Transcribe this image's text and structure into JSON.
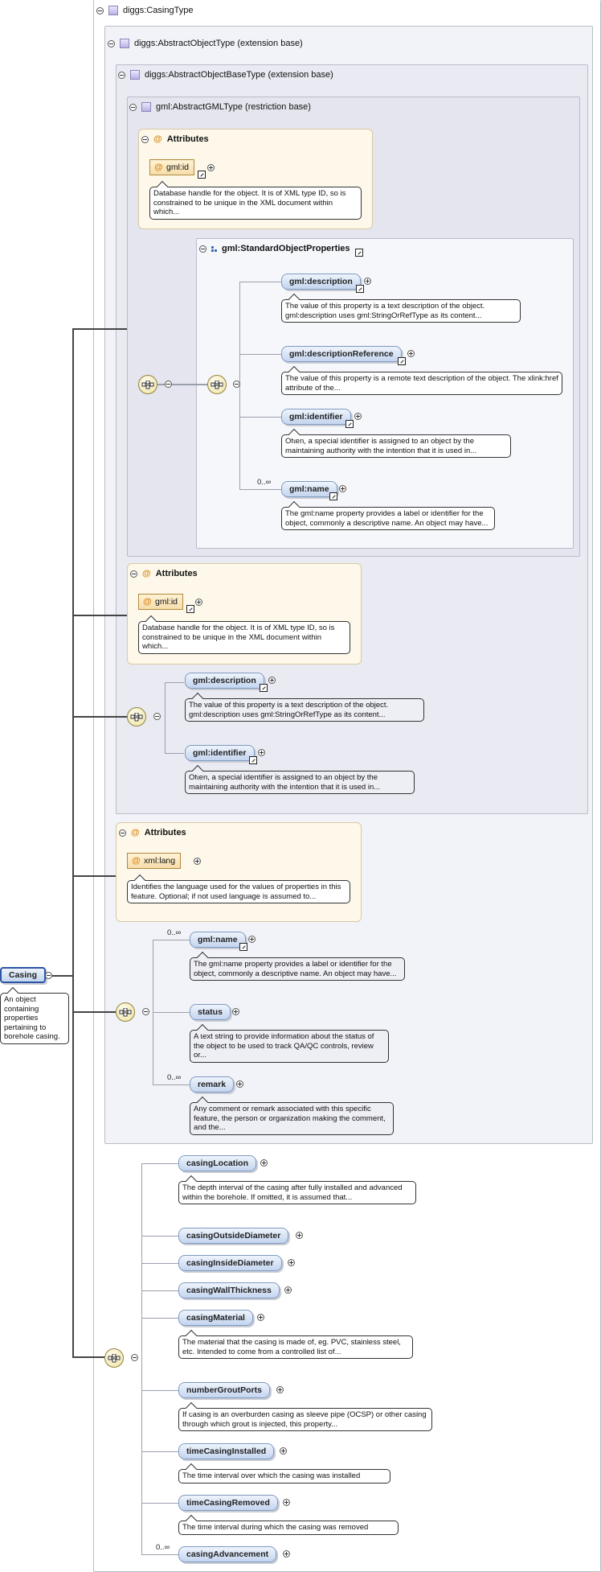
{
  "root": {
    "title": "diggs:CasingType"
  },
  "abstract_object": {
    "title": "diggs:AbstractObjectType (extension base)"
  },
  "abstract_object_base": {
    "title": "diggs:AbstractObjectBaseType (extension base)"
  },
  "abstract_gml": {
    "title": "gml:AbstractGMLType (restriction base)"
  },
  "attributes_label": "Attributes",
  "gml_attrs": {
    "id_label": "gml:id",
    "id_doc": "Database handle for the object. It is of XML type ID, so is constrained to be unique in the XML document within which..."
  },
  "standard_props": {
    "title": "gml:StandardObjectProperties",
    "items": [
      {
        "label": "gml:description",
        "doc": "The value of this property is a text description of the object. gml:description uses gml:StringOrRefType as its content..."
      },
      {
        "label": "gml:descriptionReference",
        "doc": "The value of this property is a remote text description of the object. The xlink:href attribute of the..."
      },
      {
        "label": "gml:identifier",
        "doc": "Often, a special identifier is assigned to an object by the maintaining authority with the intention that it is used in..."
      },
      {
        "label": "gml:name",
        "cardinality": "0..∞",
        "doc": "The gml:name property provides a label or identifier for the object, commonly a descriptive name. An object may have..."
      }
    ]
  },
  "base_attrs": {
    "id_label": "gml:id",
    "id_doc": "Database handle for the object. It is of XML type ID, so is constrained to be unique in the XML document within which..."
  },
  "base_seq": [
    {
      "label": "gml:description",
      "doc": "The value of this property is a text description of the object. gml:description uses gml:StringOrRefType as its content..."
    },
    {
      "label": "gml:identifier",
      "doc": "Often, a special identifier is assigned to an object by the maintaining authority with the intention that it is used in..."
    }
  ],
  "obj_attrs": {
    "lang_label": "xml:lang",
    "lang_doc": "Identifies the language used for the values of properties in this feature. Optional; if not used language is assumed to..."
  },
  "obj_seq": [
    {
      "label": "gml:name",
      "cardinality": "0..∞",
      "doc": "The gml:name property provides a label or identifier for the object, commonly a descriptive name. An object may have..."
    },
    {
      "label": "status",
      "doc": "A text string to provide information about the status of the object to be used to track QA/QC controls, review or..."
    },
    {
      "label": "remark",
      "cardinality": "0..∞",
      "doc": "Any comment or remark associated with this specific feature, the person or organization making the comment, and the..."
    }
  ],
  "casing": {
    "label": "Casing",
    "doc": "An object containing properties pertaining to borehole casing."
  },
  "casing_seq": [
    {
      "label": "casingLocation",
      "doc": "The depth interval of the casing after fully installed and advanced within the borehole. If omitted, it is assumed that..."
    },
    {
      "label": "casingOutsideDiameter"
    },
    {
      "label": "casingInsideDiameter"
    },
    {
      "label": "casingWallThickness"
    },
    {
      "label": "casingMaterial",
      "doc": "The material that the casing is made of, eg. PVC, stainless steel, etc. Intended to come from a controlled list of..."
    },
    {
      "label": "numberGroutPorts",
      "doc": "If casing is an overburden casing as sleeve pipe (OCSP) or other casing through which grout is injected, this property..."
    },
    {
      "label": "timeCasingInstalled",
      "doc": "The time interval over which the casing was installed"
    },
    {
      "label": "timeCasingRemoved",
      "doc": "The time interval during which the casing was removed"
    },
    {
      "label": "casingAdvancement",
      "cardinality": "0..∞"
    }
  ],
  "colors": {
    "element_fill": "#c4d5ef",
    "attribute_fill": "#fdf8ea",
    "group_fill": "#f2f3f8",
    "sequence_fill": "#f0e2a0"
  },
  "icons": {
    "expand": "plus-circle-icon",
    "collapse": "minus-circle-icon",
    "reference": "reference-arrow-icon",
    "sequence": "sequence-compositor-icon",
    "complex_type": "complex-type-icon"
  }
}
